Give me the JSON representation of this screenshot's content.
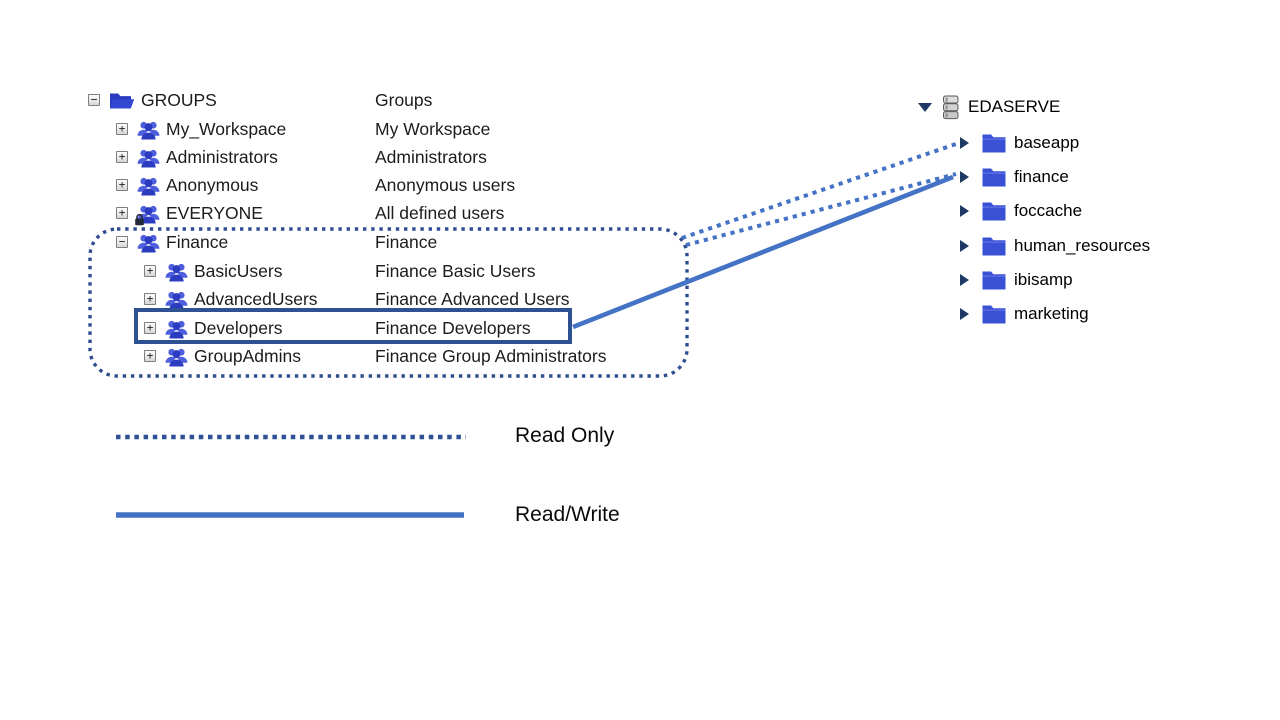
{
  "left_tree": {
    "rows": [
      {
        "label": "GROUPS",
        "description": "Groups",
        "expand": "−"
      },
      {
        "label": "My_Workspace",
        "description": "My Workspace",
        "expand": "+"
      },
      {
        "label": "Administrators",
        "description": "Administrators",
        "expand": "+"
      },
      {
        "label": "Anonymous",
        "description": "Anonymous users",
        "expand": "+"
      },
      {
        "label": "EVERYONE",
        "description": "All defined users",
        "expand": "+"
      },
      {
        "label": "Finance",
        "description": "Finance",
        "expand": "−"
      },
      {
        "label": "BasicUsers",
        "description": "Finance Basic Users",
        "expand": "+"
      },
      {
        "label": "AdvancedUsers",
        "description": "Finance Advanced Users",
        "expand": "+"
      },
      {
        "label": "Developers",
        "description": "Finance Developers",
        "expand": "+"
      },
      {
        "label": "GroupAdmins",
        "description": "Finance Group Administrators",
        "expand": "+"
      }
    ]
  },
  "server_tree": {
    "root": {
      "label": "EDASERVE"
    },
    "folders": [
      {
        "label": "baseapp"
      },
      {
        "label": "finance"
      },
      {
        "label": "foccache"
      },
      {
        "label": "human_resources"
      },
      {
        "label": "ibisamp"
      },
      {
        "label": "marketing"
      }
    ]
  },
  "legend": {
    "read_only": {
      "label": "Read Only",
      "line_style": "dotted"
    },
    "read_write": {
      "label": "Read/Write",
      "line_style": "solid"
    }
  },
  "colors": {
    "line-blue": "#4472C4",
    "dot-navy": "#2E4D8E",
    "legend-dot-blue": "#2E5193",
    "box-border-blue": "#2E5193",
    "icon-blue": "#3447D1",
    "icon-blue-dark": "#2B3CC0",
    "icon-blue-light": "#4D5FDD",
    "folder-blue": "#3A50D5",
    "triangle-navy": "#1F3864",
    "text-dark": "#1C1C1C"
  }
}
